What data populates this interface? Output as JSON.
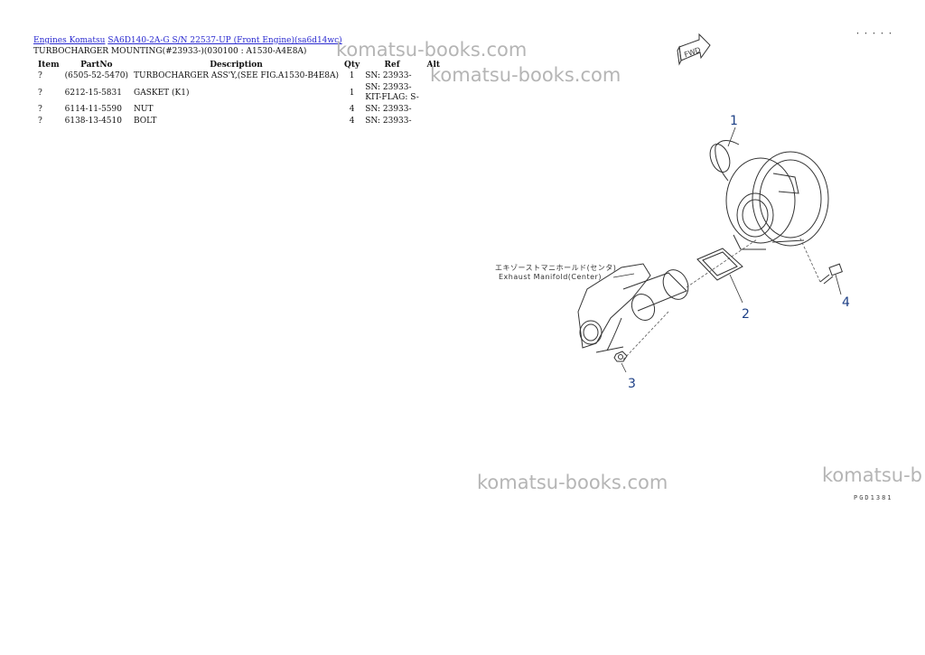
{
  "breadcrumb": {
    "link1": "Engines Komatsu",
    "link2": "SA6D140-2A-G S/N 22537-UP (Front Engine)(sa6d14wc)"
  },
  "subtitle": "TURBOCHARGER MOUNTING(#23933-)(030100 : A1530-A4E8A)",
  "table": {
    "headers": {
      "item": "Item",
      "partno": "PartNo",
      "description": "Description",
      "qty": "Qty",
      "ref": "Ref",
      "alt": "Alt"
    },
    "rows": [
      {
        "item": "?",
        "partno": "(6505-52-5470)",
        "description": "TURBOCHARGER ASS'Y,(SEE FIG.A1530-B4E8A)",
        "qty": "1",
        "ref": "SN: 23933-",
        "ref2": "",
        "alt": ""
      },
      {
        "item": "?",
        "partno": "6212-15-5831",
        "description": "GASKET (K1)",
        "qty": "1",
        "ref": "SN: 23933-",
        "ref2": "KIT-FLAG: S-",
        "alt": ""
      },
      {
        "item": "?",
        "partno": "6114-11-5590",
        "description": "NUT",
        "qty": "4",
        "ref": "SN: 23933-",
        "ref2": "",
        "alt": ""
      },
      {
        "item": "?",
        "partno": "6138-13-4510",
        "description": "BOLT",
        "qty": "4",
        "ref": "SN: 23933-",
        "ref2": "",
        "alt": ""
      }
    ]
  },
  "watermarks": [
    "komatsu-books.com",
    "komatsu-books.com",
    "komatsu-books.com",
    "komatsu-b"
  ],
  "diagram": {
    "top_code": "・・・・・",
    "fwd": "FWD",
    "jp_label": "エキゾーストマニホールド(センタ)",
    "en_label": "Exhaust Manifold(Center)",
    "callouts": [
      "1",
      "2",
      "3",
      "4"
    ],
    "code": "PGD1381"
  }
}
